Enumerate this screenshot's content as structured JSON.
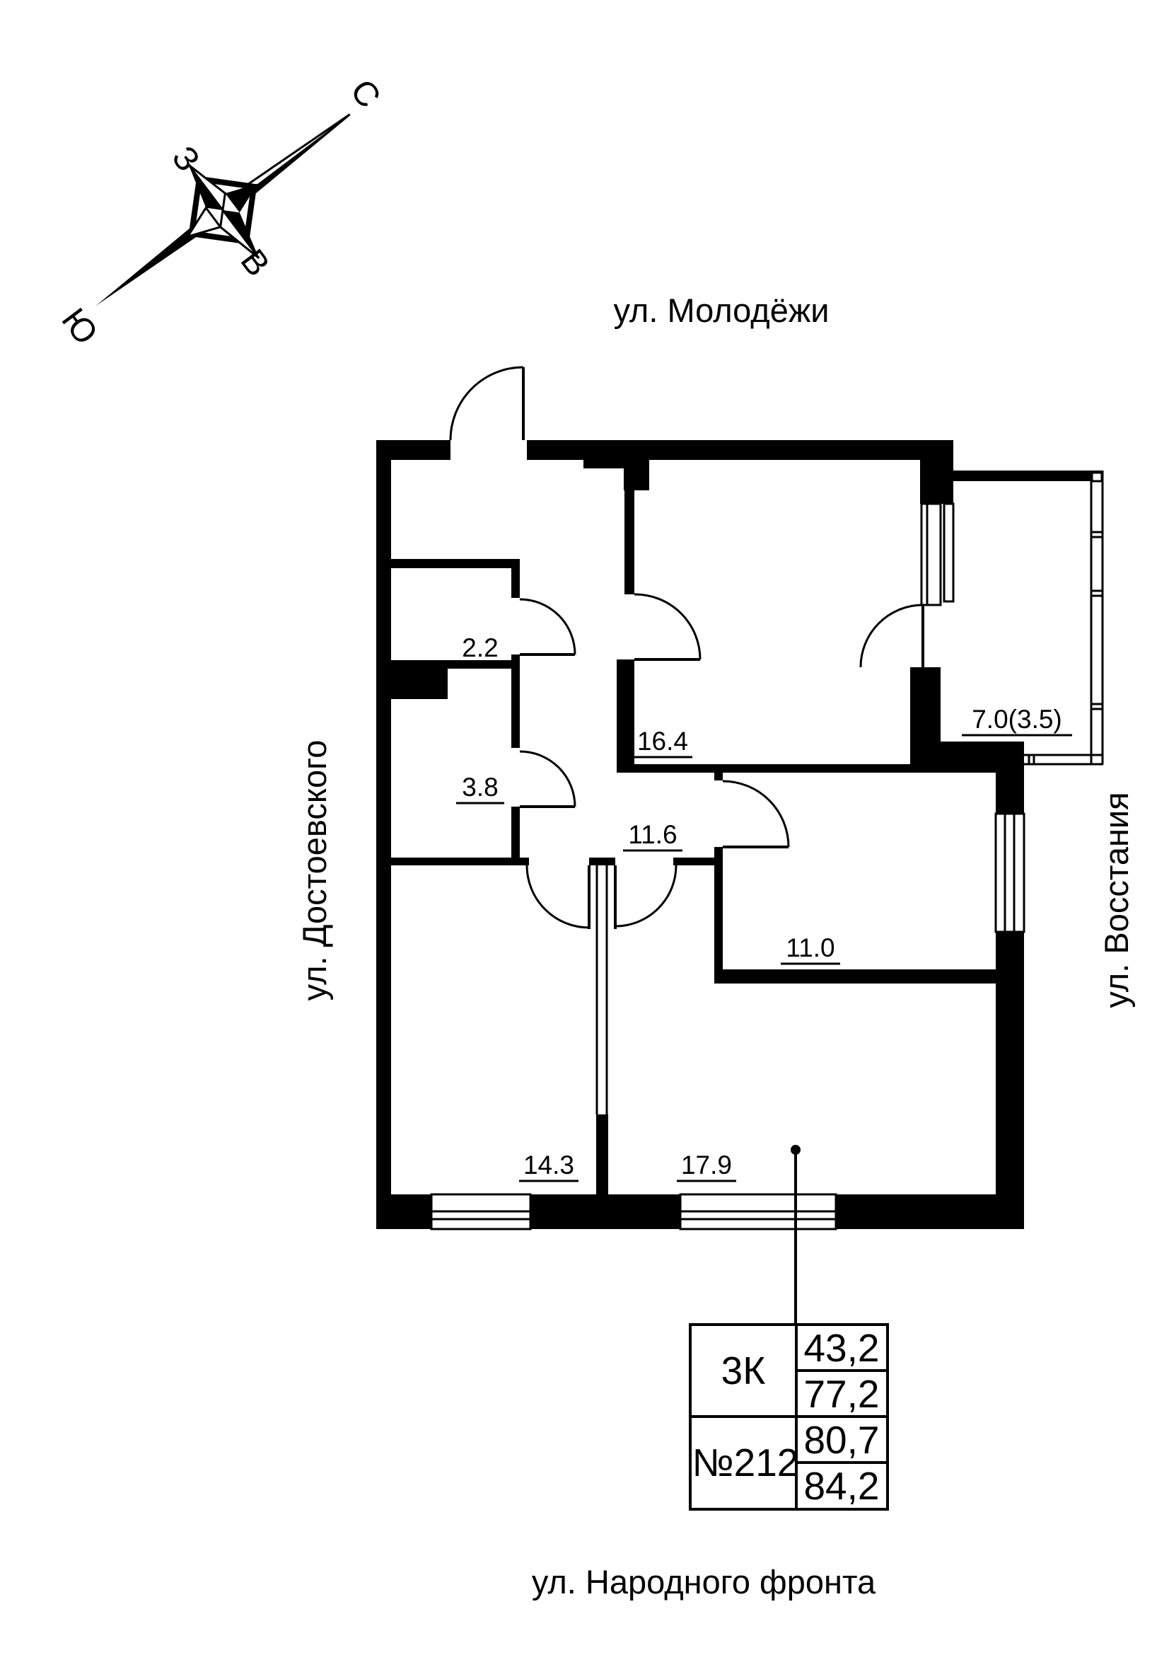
{
  "compass": {
    "north_label": "С",
    "south_label": "Ю",
    "west_label": "З",
    "east_label": "В"
  },
  "streets": {
    "top": "ул. Молодёжи",
    "left": "ул. Достоевского",
    "right": "ул. Восстания",
    "bottom": "ул. Народного фронта"
  },
  "room_areas": {
    "closet": "2.2",
    "bathroom": "3.8",
    "living_room": "16.4",
    "hallway": "11.6",
    "bedroom": "11.0",
    "room_left": "14.3",
    "room_right": "17.9",
    "balcony": "7.0(3.5)"
  },
  "info_table": {
    "apartment_type": "3К",
    "apartment_number": "№212",
    "area_values": [
      "43,2",
      "77,2",
      "80,7",
      "84,2"
    ]
  },
  "colors": {
    "ink": "#000000",
    "paper": "#ffffff"
  }
}
